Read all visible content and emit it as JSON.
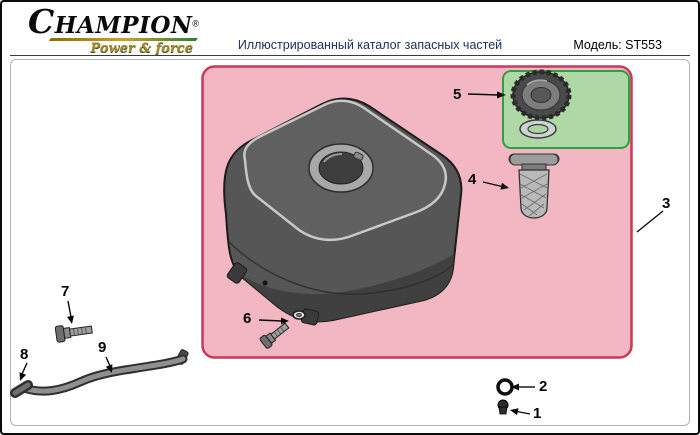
{
  "header": {
    "brand": "CHAMPION",
    "registered": "®",
    "tagline": "Power & force",
    "title": "Иллюстрированный каталог запасных частей",
    "model": "Модель: ST553"
  },
  "callouts": [
    {
      "label": "1"
    },
    {
      "label": "2"
    },
    {
      "label": "3"
    },
    {
      "label": "4"
    },
    {
      "label": "5"
    },
    {
      "label": "6"
    },
    {
      "label": "7"
    },
    {
      "label": "8"
    },
    {
      "label": "9"
    }
  ],
  "colors": {
    "highlight_region_fill": "#f3b7c3",
    "highlight_region_border": "#c8395a",
    "cap_region_fill": "#aed9a6",
    "cap_region_border": "#2f9e44",
    "brand_gold": "#a8872a",
    "title_navy": "#1f3060"
  }
}
